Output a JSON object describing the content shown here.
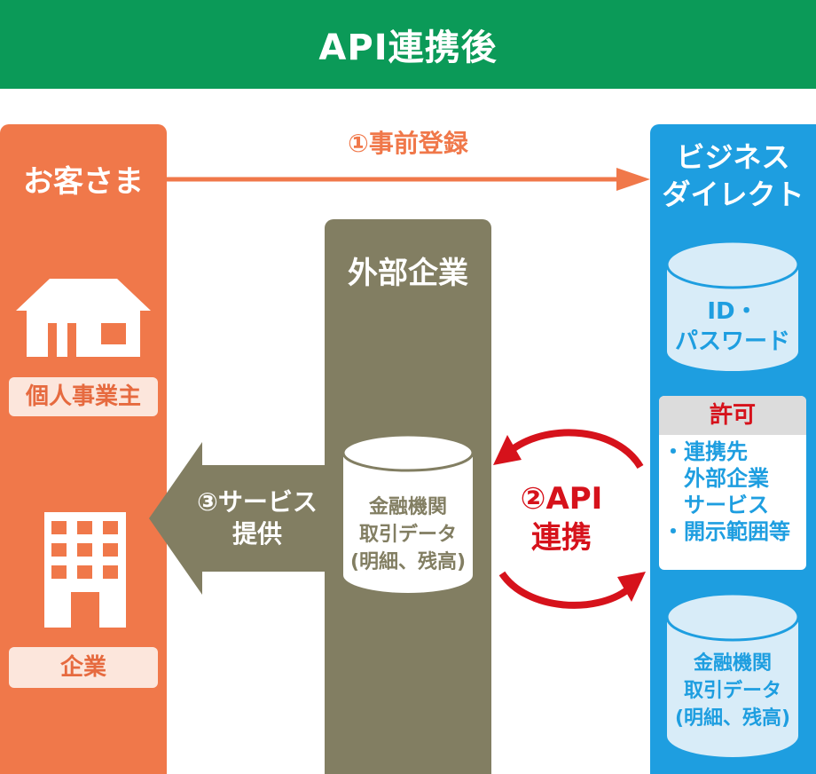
{
  "header": {
    "title": "API連携後"
  },
  "customer": {
    "title": "お客さま",
    "individual_label": "個人事業主",
    "company_label": "企業"
  },
  "external": {
    "title": "外部企業",
    "db_lines": [
      "金融機関",
      "取引データ",
      "(明細、残高)"
    ]
  },
  "bank": {
    "title_lines": [
      "ビジネス",
      "ダイレクト"
    ],
    "id_db_lines": [
      "ID・",
      "パスワード"
    ],
    "permission": {
      "title": "許可",
      "items": [
        "・連携先",
        "　外部企業",
        "　サービス",
        "・開示範囲等"
      ]
    },
    "data_db_lines": [
      "金融機関",
      "取引データ",
      "(明細、残高)"
    ]
  },
  "steps": {
    "step1": "①事前登録",
    "step2_lines": [
      "②API",
      "連携"
    ],
    "step3_lines": [
      "③サービス",
      "提供"
    ]
  },
  "colors": {
    "header_green": "#0b9a58",
    "customer_orange": "#f0784a",
    "external_olive": "#827e62",
    "bank_blue": "#1e9ee0",
    "api_red": "#d6121b"
  }
}
